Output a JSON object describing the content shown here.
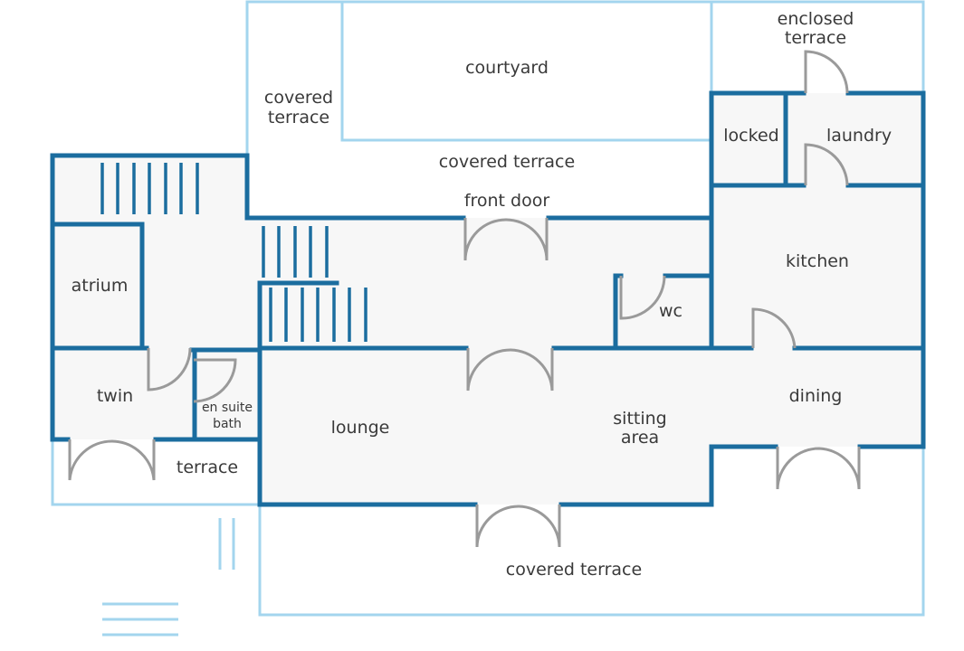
{
  "colors": {
    "wall": "#1b6d9f",
    "outdoor_outline": "#a3d5ee",
    "door": "#9a9a9a",
    "floor": "#f7f7f7"
  },
  "rooms": {
    "courtyard": "courtyard",
    "covered_terrace_left": [
      "covered",
      "terrace"
    ],
    "covered_terrace_top": "covered terrace",
    "enclosed_terrace": [
      "enclosed",
      "terrace"
    ],
    "locked": "locked",
    "laundry": "laundry",
    "front_door": "front door",
    "kitchen": "kitchen",
    "atrium": "atrium",
    "wc": "wc",
    "twin": "twin",
    "en_suite_bath": [
      "en suite",
      "bath"
    ],
    "lounge": "lounge",
    "sitting_area": [
      "sitting",
      "area"
    ],
    "dining": "dining",
    "terrace": "terrace",
    "covered_terrace_bottom": "covered terrace"
  }
}
